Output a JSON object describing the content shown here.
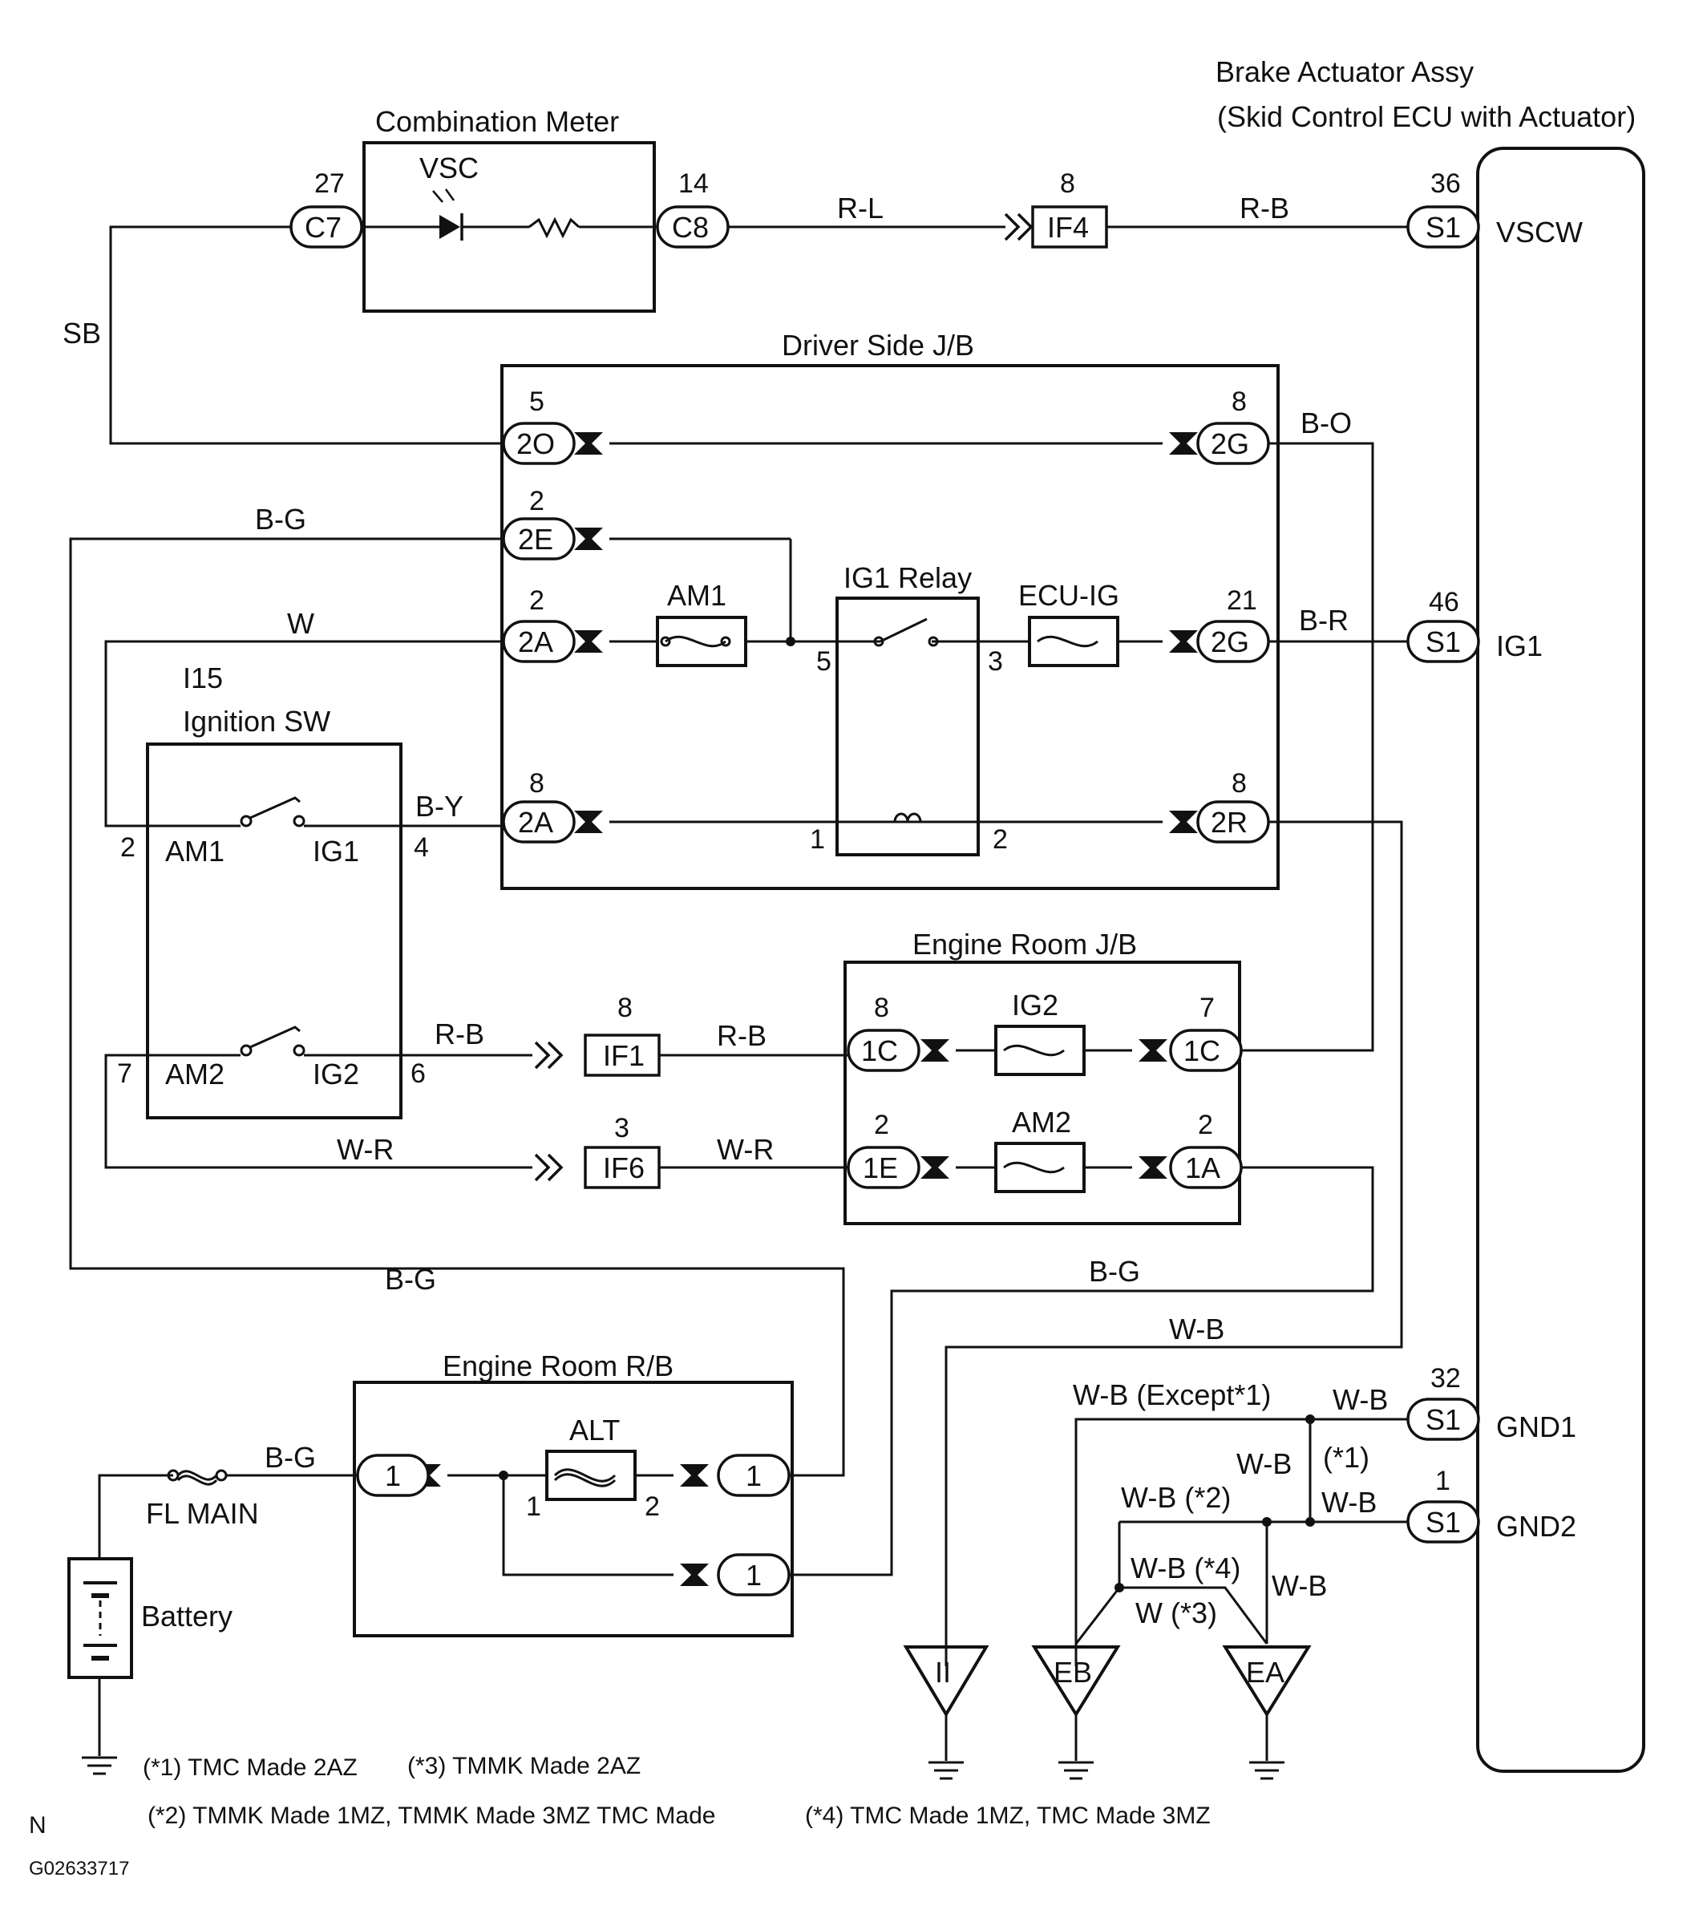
{
  "titles": {
    "brake_actuator_1": "Brake Actuator Assy",
    "brake_actuator_2": "(Skid Control ECU with Actuator)",
    "combination_meter": "Combination Meter",
    "vsc": "VSC",
    "driver_jb": "Driver Side J/B",
    "ig1_relay": "IG1 Relay",
    "engine_room_jb": "Engine Room J/B",
    "engine_room_rb": "Engine Room R/B",
    "ignition_sw_code": "I15",
    "ignition_sw": "Ignition SW",
    "battery": "Battery",
    "fl_main": "FL MAIN"
  },
  "fuses": {
    "am1": "AM1",
    "ecu_ig": "ECU-IG",
    "ig2": "IG2",
    "am2": "AM2",
    "alt": "ALT"
  },
  "ecu_terminals": {
    "vscw": "VSCW",
    "ig1": "IG1",
    "gnd1": "GND1",
    "gnd2": "GND2"
  },
  "switch_terms": {
    "am1": "AM1",
    "ig1": "IG1",
    "am2": "AM2",
    "ig2": "IG2"
  },
  "connectors": {
    "c7": "C7",
    "c8": "C8",
    "if4": "IF4",
    "s1_vscw": "S1",
    "2o": "2O",
    "2g_top": "2G",
    "2e": "2E",
    "2a_w": "2A",
    "2g_br": "2G",
    "s1_ig1": "S1",
    "2a_by": "2A",
    "2r": "2R",
    "if1": "IF1",
    "1c_l": "1C",
    "1c_r": "1C",
    "if6": "IF6",
    "1e": "1E",
    "1a": "1A",
    "rb_1_in": "1",
    "rb_1_out_top": "1",
    "rb_1_out_bot": "1",
    "s1_gnd1": "S1",
    "s1_gnd2": "S1"
  },
  "pins": {
    "c7": "27",
    "c8": "14",
    "if4": "8",
    "s1_vscw": "36",
    "2o": "5",
    "2g_top": "8",
    "2e": "2",
    "2a_w": "2",
    "2g_br": "21",
    "s1_ig1": "46",
    "2a_by": "8",
    "2r": "8",
    "relay_5": "5",
    "relay_3": "3",
    "relay_1": "1",
    "relay_2": "2",
    "sw_2": "2",
    "sw_4": "4",
    "sw_7": "7",
    "sw_6": "6",
    "if1": "8",
    "1c_l": "8",
    "1c_r": "7",
    "if6": "3",
    "1e": "2",
    "1a": "2",
    "alt_1": "1",
    "alt_2": "2",
    "s1_gnd1": "32",
    "s1_gnd2": "1"
  },
  "wires": {
    "r_l": "R-L",
    "r_b_top": "R-B",
    "sb": "SB",
    "b_o": "B-O",
    "b_g_left": "B-G",
    "w": "W",
    "b_r": "B-R",
    "b_y": "B-Y",
    "r_b_1": "R-B",
    "r_b_2": "R-B",
    "w_r_1": "W-R",
    "w_r_2": "W-R",
    "b_g_mid": "B-G",
    "b_g_right": "B-G",
    "w_b_top": "W-B",
    "w_b_except": "W-B (Except*1)",
    "w_b_gnd1": "W-B",
    "w_b_star1_a": "W-B",
    "w_b_star1_b": "(*1)",
    "w_b_star2": "W-B (*2)",
    "w_b_gnd2": "W-B",
    "w_b_star4": "W-B (*4)",
    "w_b_ea": "W-B",
    "w_star3": "W  (*3)",
    "b_g_batt": "B-G"
  },
  "grounds": {
    "ii": "II",
    "eb": "EB",
    "ea": "EA"
  },
  "notes": {
    "n1": "(*1) TMC Made 2AZ",
    "n3": "(*3) TMMK Made 2AZ",
    "n2": "(*2) TMMK Made 1MZ, TMMK Made 3MZ TMC Made",
    "n4": "(*4) TMC Made 1MZ, TMC Made 3MZ"
  },
  "footer": {
    "direction": "N",
    "figure_id": "G02633717"
  }
}
